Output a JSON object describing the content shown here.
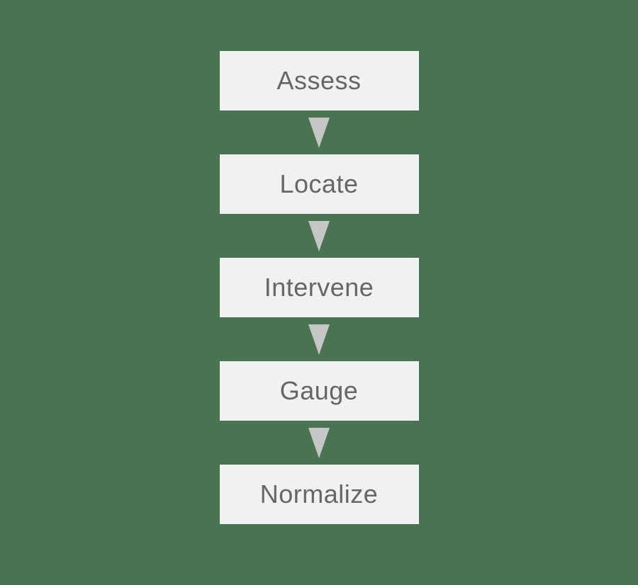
{
  "theme": {
    "background": "#4a7352",
    "box_fill": "#f1f1f1",
    "text_color": "#666666",
    "arrow_color": "#c6c6c6"
  },
  "flow": {
    "type": "vertical-flowchart",
    "steps": [
      {
        "label": "Assess"
      },
      {
        "label": "Locate"
      },
      {
        "label": "Intervene"
      },
      {
        "label": "Gauge"
      },
      {
        "label": "Normalize"
      }
    ],
    "connector": "down-arrow"
  }
}
